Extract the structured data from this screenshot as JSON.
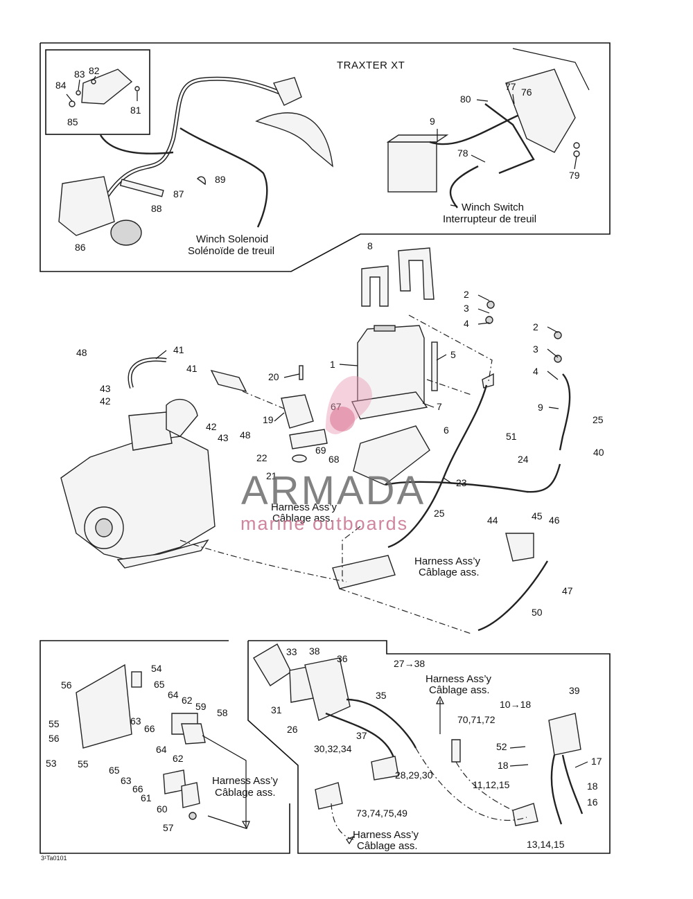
{
  "title": "TRAXTER XT",
  "colors": {
    "watermark_gray": "#6d6d6d",
    "watermark_pink": "#c8708e",
    "line": "#111111"
  },
  "watermark": {
    "brand": "ARMADA",
    "tagline": "marine outboards"
  },
  "figure_ref": "3¹Ta0101",
  "labels": {
    "winch_solenoid_en": "Winch Solenoid",
    "winch_solenoid_fr": "Solénoïde de treuil",
    "winch_switch_en": "Winch Switch",
    "winch_switch_fr": "Interrupteur de treuil",
    "harness_en": "Harness Ass’y",
    "harness_fr": "Câblage ass."
  },
  "callouts": [
    "84",
    "83",
    "82",
    "81",
    "85",
    "9",
    "80",
    "77",
    "76",
    "78",
    "79",
    "87",
    "89",
    "88",
    "86",
    "8",
    "2",
    "3",
    "4",
    "5",
    "1",
    "7",
    "6",
    "9",
    "25",
    "51",
    "24",
    "40",
    "48",
    "41",
    "43",
    "42",
    "20",
    "41",
    "42",
    "43",
    "48",
    "19",
    "67",
    "69",
    "68",
    "22",
    "21",
    "25",
    "23",
    "44",
    "45",
    "46",
    "47",
    "50",
    "54",
    "56",
    "65",
    "64",
    "62",
    "59",
    "58",
    "55",
    "56",
    "63",
    "66",
    "53",
    "55",
    "64",
    "65",
    "62",
    "63",
    "66",
    "61",
    "60",
    "57",
    "33",
    "38",
    "36",
    "31",
    "26",
    "27→38",
    "35",
    "37",
    "30,32,34",
    "28,29,30",
    "73,74,75,49",
    "70,71,72",
    "39",
    "10→18",
    "52",
    "18",
    "17",
    "18",
    "11,12,15",
    "16",
    "13,14,15",
    "2",
    "3",
    "4"
  ]
}
